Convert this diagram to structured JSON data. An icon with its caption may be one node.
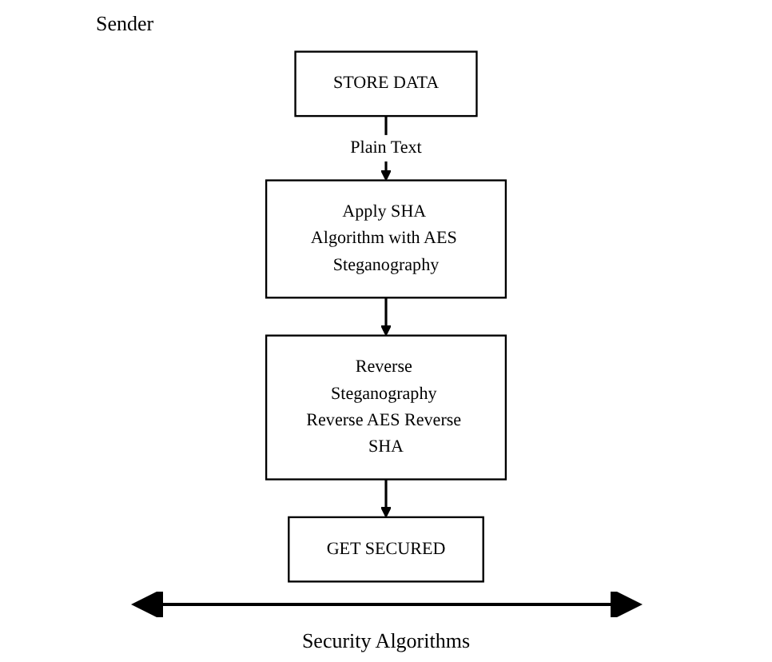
{
  "diagram": {
    "nodes": [
      {
        "text": [
          "STORE DATA"
        ]
      },
      {
        "text": [
          "Apply SHA Algorithm with AES Steganography"
        ]
      },
      {
        "text": [
          "Reverse Steganography Reverse AES Reverse SHA"
        ]
      },
      {
        "text": [
          "GET SECURED"
        ]
      }
    ],
    "edges": [
      {
        "from": 0,
        "to": 1,
        "arrow": "to",
        "label": "Plain Text"
      },
      {
        "from": 1,
        "to": 2,
        "arrow": "to"
      },
      {
        "from": 2,
        "to": 3,
        "arrow": "to"
      }
    ],
    "labels": [
      "Sender",
      "Security Algorithms"
    ]
  }
}
